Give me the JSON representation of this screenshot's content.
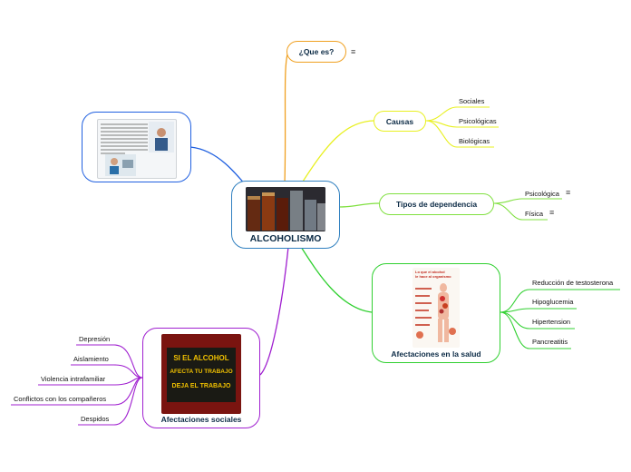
{
  "central": {
    "label": "ALCOHOLISMO"
  },
  "branches": {
    "que_es": {
      "label": "¿Que es?"
    },
    "causas": {
      "label": "Causas",
      "items": [
        "Sociales",
        "Psicológicas",
        "Biológicas"
      ]
    },
    "tipos": {
      "label": "Tipos de dependencia",
      "items": [
        "Psicológica",
        "Física"
      ]
    },
    "salud": {
      "label": "Afectaciones en la salud",
      "items": [
        "Reducción de testosterona",
        "Hipoglucemia",
        "Hipertension",
        "Pancreatitis"
      ]
    },
    "sociales": {
      "label": "Afectaciones sociales",
      "items": [
        "Depresión",
        "Aislamiento",
        "Violencia intrafamiliar",
        "Conflictos con los compañeros",
        "Despidos"
      ]
    }
  },
  "images": {
    "sign_text": [
      "SI EL ALCOHOL",
      "AFECTA TU TRABAJO",
      "DEJA EL TRABAJO"
    ],
    "infographic_title": [
      "Lo que el alcohol",
      "le hace al organismo"
    ]
  },
  "icons": {
    "note": "≡"
  },
  "colors": {
    "que_es": "#f0a020",
    "causas": "#e8f020",
    "tipos": "#80e040",
    "salud": "#30d030",
    "sociales": "#a020d0",
    "image_node": "#2060e0",
    "central": "#3080c0"
  }
}
